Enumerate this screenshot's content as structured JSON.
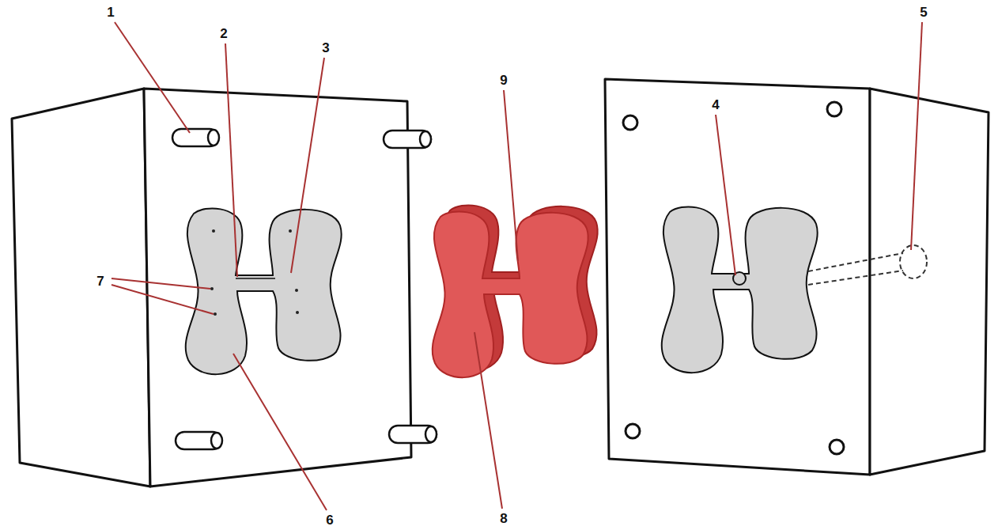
{
  "diagram": {
    "labels": [
      "1",
      "2",
      "3",
      "9",
      "4",
      "5",
      "7",
      "8",
      "6"
    ]
  }
}
